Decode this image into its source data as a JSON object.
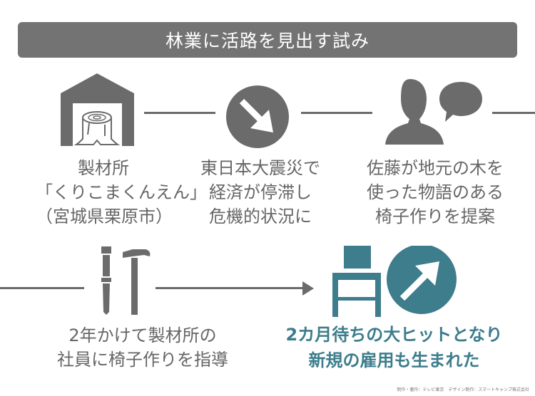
{
  "title": "林業に活路を見出す試み",
  "steps": {
    "s1": {
      "line1": "製材所",
      "line2": "「くりこまくんえん」",
      "line3": "（宮城県栗原市）",
      "icon": "sawmill-log-icon"
    },
    "s2": {
      "line1": "東日本大震災で",
      "line2": "経済が停滞し",
      "line3": "危機的状況に",
      "icon": "down-arrow-circle-icon"
    },
    "s3": {
      "line1": "佐藤が地元の木を",
      "line2": "使った物語のある",
      "line3": "椅子作りを提案",
      "icon": "speaking-person-icon"
    },
    "s4": {
      "line1": "2年かけて製材所の",
      "line2": "社員に椅子作りを指導",
      "icon": "chisel-hammer-icon"
    },
    "s5": {
      "line1": "2カ月待ちの大ヒットとなり",
      "line2": "新規の雇用も生まれた",
      "icon": "chair-up-arrow-icon"
    }
  },
  "colors": {
    "gray": "#6b6b6b",
    "banner": "#737373",
    "teal": "#3d7d8c"
  },
  "credit": "制作・著作：テレビ東京　デザイン制作：スマートキャンプ株式会社"
}
